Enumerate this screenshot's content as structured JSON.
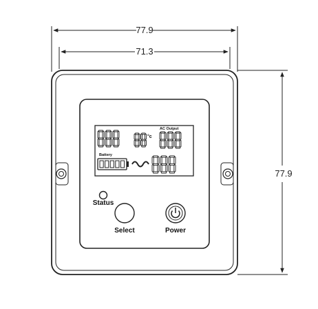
{
  "dimensions": {
    "outer_width": "77.9",
    "inner_width": "71.3",
    "height": "77.9"
  },
  "lcd": {
    "segment_digit": "8",
    "degree_celsius": "°c",
    "ac_output_label": "AC Output",
    "battery_label": "Battery",
    "battery_bar_count": 5
  },
  "controls": {
    "status_label": "Status",
    "select_label": "Select",
    "power_label": "Power"
  },
  "colors": {
    "line": "#222222",
    "background": "#ffffff"
  }
}
